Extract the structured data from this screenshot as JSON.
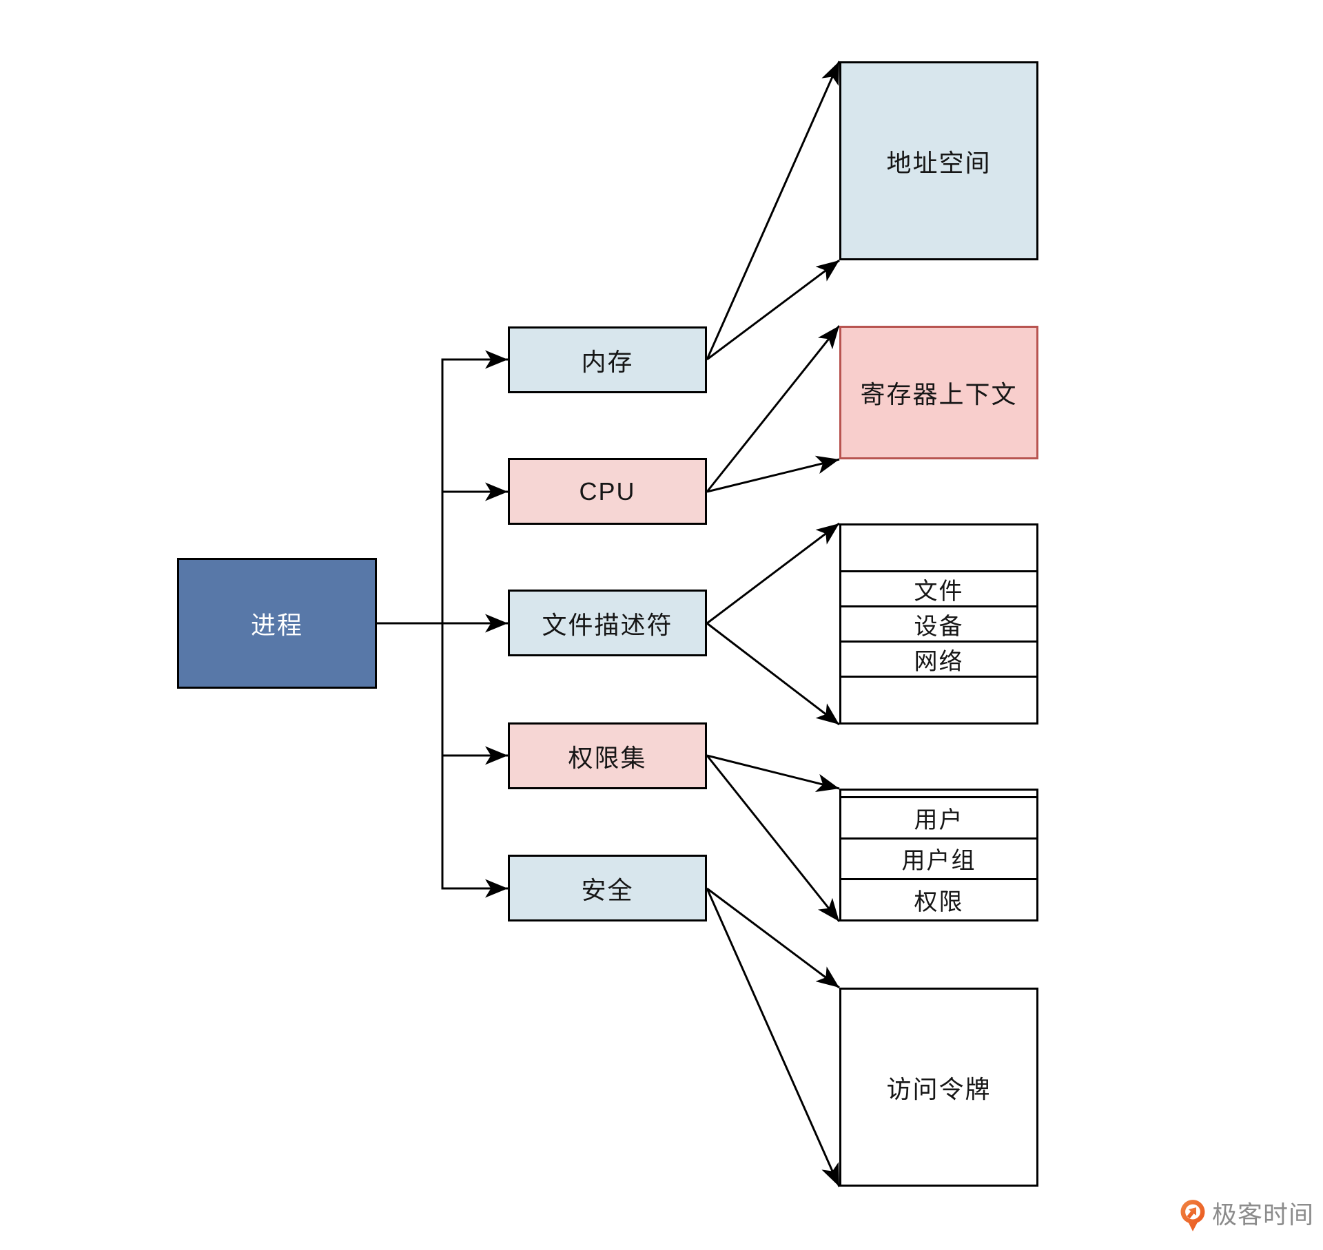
{
  "diagram": {
    "title": "process-resources-diagram",
    "root": {
      "label": "进程"
    },
    "middle": [
      {
        "id": "memory",
        "label": "内存"
      },
      {
        "id": "cpu",
        "label": "CPU"
      },
      {
        "id": "file-descriptor",
        "label": "文件描述符"
      },
      {
        "id": "permission-set",
        "label": "权限集"
      },
      {
        "id": "security",
        "label": "安全"
      }
    ],
    "right": {
      "address_space": {
        "label": "地址空间"
      },
      "register_context": {
        "label": "寄存器上下文"
      },
      "fd_table": {
        "rows": [
          "",
          "文件",
          "设备",
          "网络",
          ""
        ]
      },
      "perm_table": {
        "rows": [
          "",
          "用户",
          "用户组",
          "权限"
        ]
      },
      "access_token": {
        "label": "访问令牌"
      }
    },
    "colors": {
      "root_fill": "#5878A8",
      "root_text": "#FFFFFF",
      "light_blue_fill": "#D8E6ED",
      "pink_fill": "#F6D6D4",
      "register_context_fill": "#F8CECC",
      "register_context_border": "#B85450",
      "line": "#000000",
      "box_border": "#000000"
    }
  },
  "watermark": {
    "text": "极客时间",
    "icon_color": "#ED6C2B",
    "text_color": "#8C8C8C"
  }
}
